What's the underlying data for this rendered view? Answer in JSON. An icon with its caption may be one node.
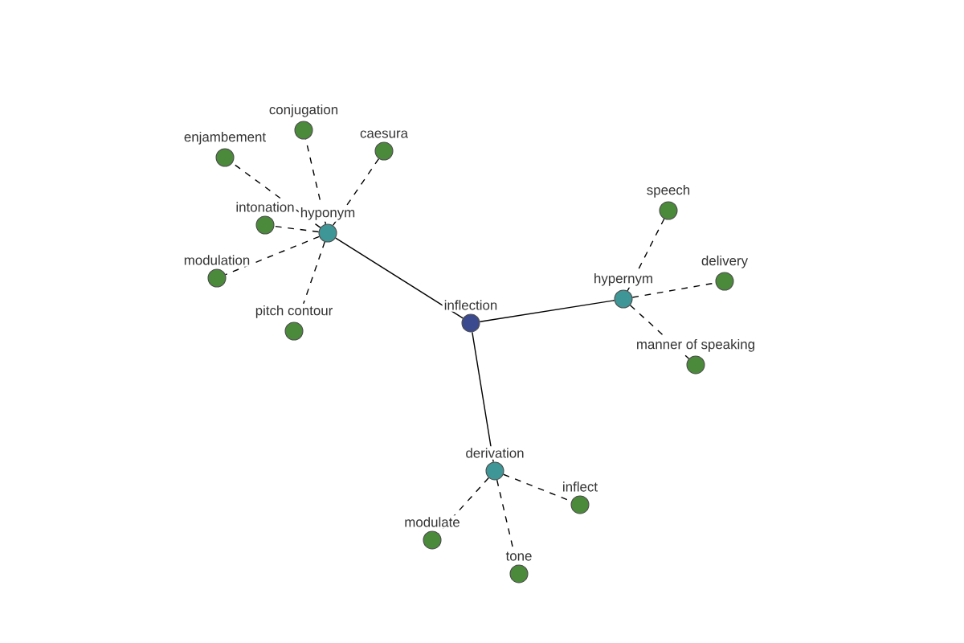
{
  "diagram": {
    "nodes": [
      {
        "text": [
          "inflection"
        ]
      },
      {
        "text": [
          "hyponym"
        ]
      },
      {
        "text": [
          "hypernym"
        ]
      },
      {
        "text": [
          "derivation"
        ]
      },
      {
        "text": [
          "enjambement"
        ]
      },
      {
        "text": [
          "conjugation"
        ]
      },
      {
        "text": [
          "caesura"
        ]
      },
      {
        "text": [
          "intonation"
        ]
      },
      {
        "text": [
          "modulation"
        ]
      },
      {
        "text": [
          "pitch contour"
        ]
      },
      {
        "text": [
          "speech"
        ]
      },
      {
        "text": [
          "delivery"
        ]
      },
      {
        "text": [
          "manner of speaking"
        ]
      },
      {
        "text": [
          "inflect"
        ]
      },
      {
        "text": [
          "modulate"
        ]
      },
      {
        "text": [
          "tone"
        ]
      }
    ],
    "edges": [
      {
        "from": 0,
        "to": 1,
        "arrow": "none"
      },
      {
        "from": 0,
        "to": 2,
        "arrow": "none"
      },
      {
        "from": 0,
        "to": 3,
        "arrow": "none"
      },
      {
        "from": 1,
        "to": 4,
        "arrow": "none",
        "style": "dashed"
      },
      {
        "from": 1,
        "to": 5,
        "arrow": "none",
        "style": "dashed"
      },
      {
        "from": 1,
        "to": 6,
        "arrow": "none",
        "style": "dashed"
      },
      {
        "from": 1,
        "to": 7,
        "arrow": "none",
        "style": "dashed"
      },
      {
        "from": 1,
        "to": 8,
        "arrow": "none",
        "style": "dashed"
      },
      {
        "from": 1,
        "to": 9,
        "arrow": "none",
        "style": "dashed"
      },
      {
        "from": 2,
        "to": 10,
        "arrow": "none",
        "style": "dashed"
      },
      {
        "from": 2,
        "to": 11,
        "arrow": "none",
        "style": "dashed"
      },
      {
        "from": 2,
        "to": 12,
        "arrow": "none",
        "style": "dashed"
      },
      {
        "from": 3,
        "to": 13,
        "arrow": "none",
        "style": "dashed"
      },
      {
        "from": 3,
        "to": 14,
        "arrow": "none",
        "style": "dashed"
      },
      {
        "from": 3,
        "to": 15,
        "arrow": "none",
        "style": "dashed"
      }
    ]
  }
}
